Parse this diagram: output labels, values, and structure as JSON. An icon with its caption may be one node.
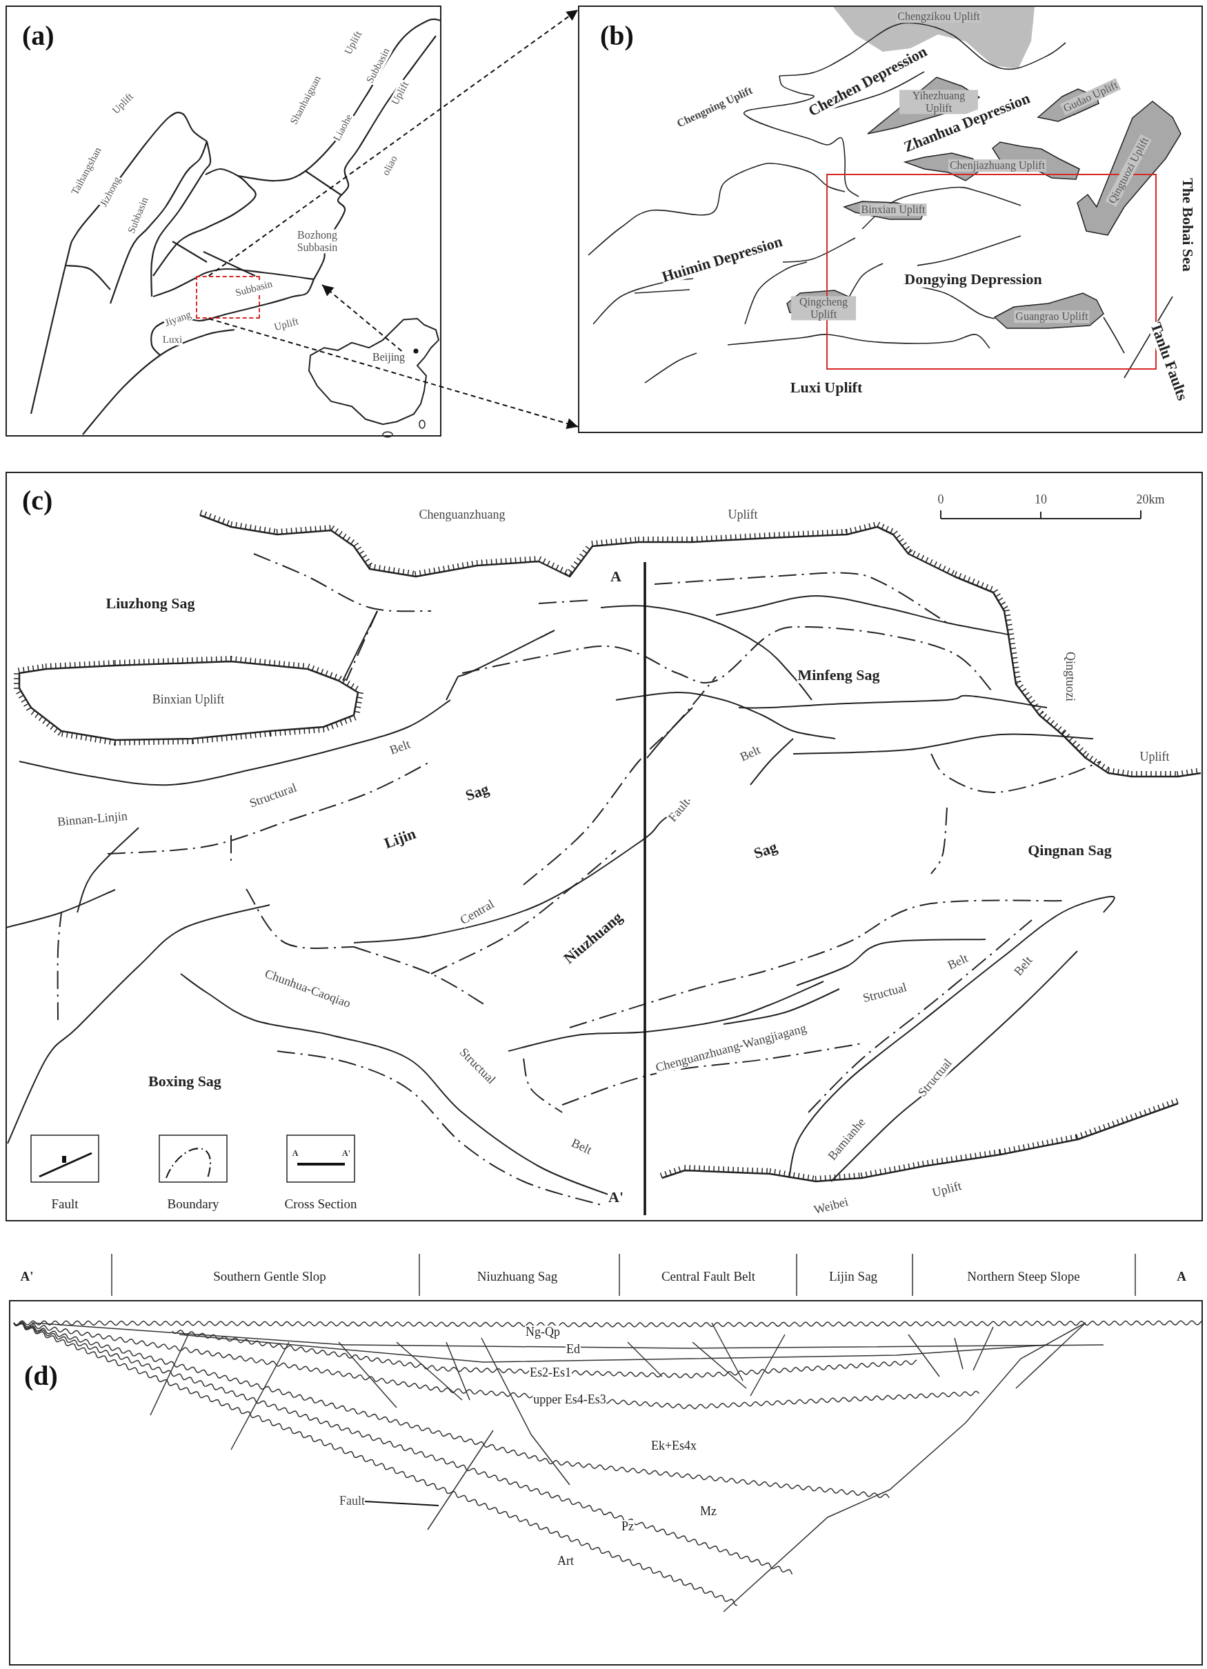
{
  "diagram": {
    "nodes": [
      {
        "text": [
          "(a)"
        ]
      },
      {
        "text": [],
        "shape": "box",
        "in": 0
      },
      {
        "text": [
          "Beijing"
        ],
        "in": 0
      },
      {
        "text": [
          "(b)"
        ]
      },
      {
        "text": [
          "(c)"
        ]
      },
      {
        "text": [
          "(d)"
        ]
      },
      {
        "text": [
          "Fault"
        ],
        "in": 5
      }
    ],
    "edges": [
      {
        "from": 1,
        "to": 3,
        "arrow": "to",
        "style": "dashed"
      },
      {
        "from": 1,
        "to": 3,
        "arrow": "to",
        "style": "dashed"
      },
      {
        "from": 2,
        "to": null,
        "arrow": "to",
        "style": "dashed"
      },
      {
        "from": 6,
        "to": null,
        "arrow": "none"
      }
    ],
    "labels": [
      "Uplift",
      "Subbasin",
      "Uplift",
      "Shanhaiguan",
      "Uplift",
      "Liaohe",
      "oliao",
      "Taihangshan",
      "Jizhong",
      "Subbasin",
      "Bozhong Subbasin",
      "Subbasin",
      "Jiyang",
      "Uplift",
      "Luxi",
      "Chengzikou Uplift",
      "Chezhen Depression",
      "Yihezhuang Uplift",
      "Gudao Uplift",
      "Chengning Uplift",
      "Zhanhua Depression",
      "Chenjiazhuang Uplift",
      "Qingtuozi Uplift",
      "Binxian Uplift",
      "The Bohai Sea",
      "Huimin Depression",
      "Dongying Depression",
      "Qingcheng Uplift",
      "Guangrao Uplift",
      "Tanlu Faults",
      "Luxi Uplift",
      "Chenguanzhuang",
      "Uplift",
      "0",
      "10",
      "20km",
      "A",
      "Liuzhong Sag",
      "Minfeng Sag",
      "Qingtuozi",
      "Binxian Uplift",
      "Belt",
      "Belt",
      "Uplift",
      "Structural",
      "Sag",
      "Fault",
      "Binnan-Linjin",
      "Lijin",
      "Sag",
      "Qingnan Sag",
      "Central",
      "Niuzhuang",
      "Belt",
      "Belt",
      "Chunhua-Caoqiao",
      "Structual",
      "Chenguanzhuang-Wangjiagang",
      "Boxing Sag",
      "Structual",
      "Structual",
      "Bamianhe",
      "Belt",
      "A",
      "A'",
      "Uplift",
      "A'",
      "Weibei",
      "A'",
      "Southern Gentle Slop",
      "Niuzhuang Sag",
      "Central Fault Belt",
      "Lijin Sag",
      "Northern Steep Slope",
      "A",
      "Ng-Qp",
      "Ed",
      "Es2-Es1",
      "upper Es4-Es3",
      "Ek+Es4x",
      "Mz",
      "Pz",
      "Art"
    ],
    "legend": [
      {
        "text": "Fault"
      },
      {
        "text": "Boundary"
      },
      {
        "text": "Cross Section"
      }
    ]
  }
}
